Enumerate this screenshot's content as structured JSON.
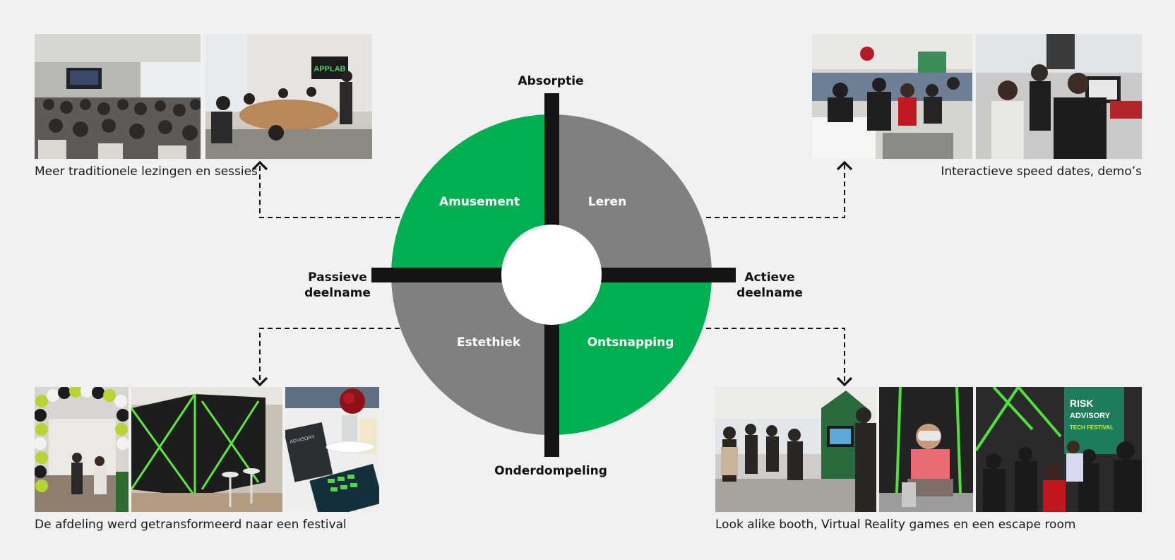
{
  "colors": {
    "background": "#f1f1f1",
    "green": "#00b050",
    "grey": "#808080",
    "axis": "#141414",
    "center": "#ffffff"
  },
  "axes": {
    "top": "Absorptie",
    "bottom": "Onderdompeling",
    "left_line1": "Passieve",
    "left_line2": "deelname",
    "right_line1": "Actieve",
    "right_line2": "deelname"
  },
  "quadrants": {
    "top_left": "Amusement",
    "top_right": "Leren",
    "bottom_left": "Estethiek",
    "bottom_right": "Ontsnapping"
  },
  "captions": {
    "top_left": "Meer traditionele lezingen en sessies",
    "top_right": "Interactieve speed dates, demo’s",
    "bottom_left": "De afdeling werd getransformeerd naar een festival",
    "bottom_right": "Look alike booth, Virtual Reality games en een escape room"
  },
  "photo_text": {
    "applab_screen": "APPLAB",
    "festival_banner_1": "RISK",
    "festival_banner_2": "ADVISORY",
    "festival_banner_3": "TECH FESTIVAL"
  }
}
